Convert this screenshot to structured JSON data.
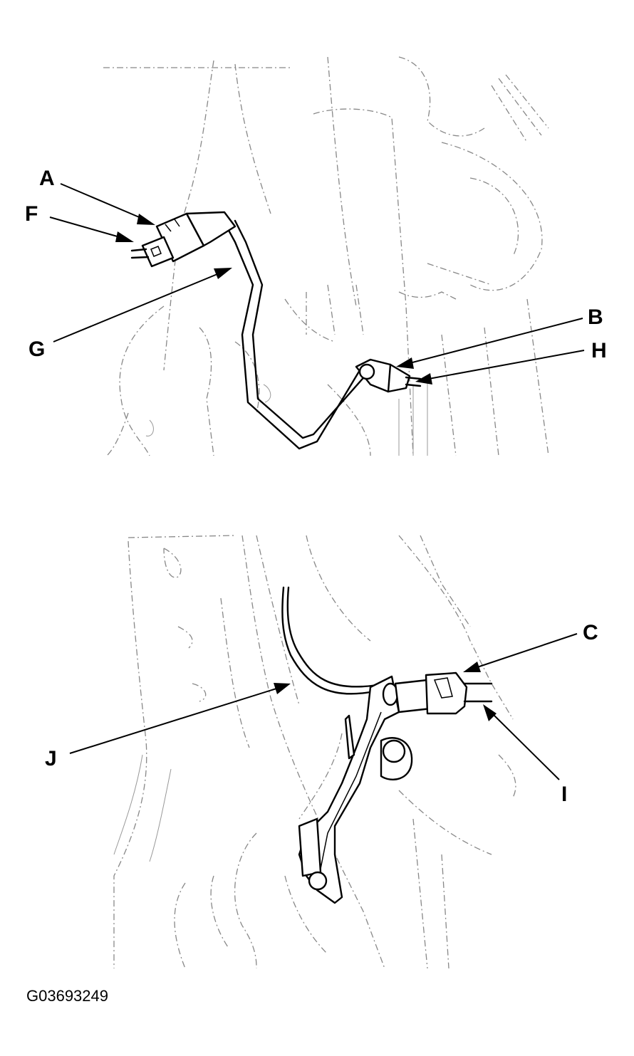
{
  "callouts": {
    "A": "A",
    "B": "B",
    "C": "C",
    "F": "F",
    "G": "G",
    "H": "H",
    "I": "I",
    "J": "J"
  },
  "figure_id": "G03693249"
}
